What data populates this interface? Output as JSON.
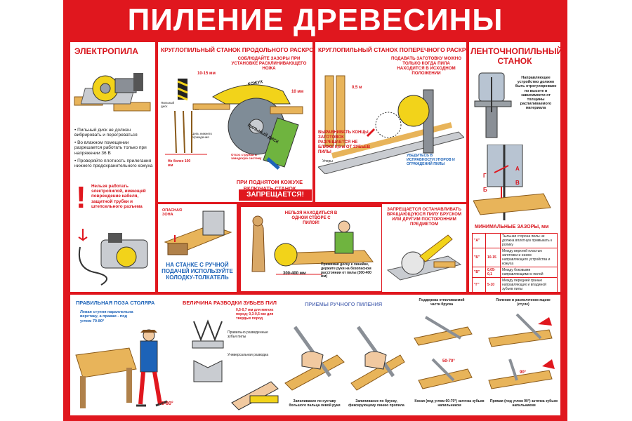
{
  "title": "ПИЛЕНИЕ ДРЕВЕСИНЫ",
  "colors": {
    "red": "#e0171e",
    "yellow": "#f2d31a",
    "wood": "#e8b45a",
    "blue": "#1d63b8",
    "grey": "#8a8f96"
  },
  "elektropila": {
    "heading": "ЭЛЕКТРОПИЛА",
    "rules": [
      "• Пильный диск не должен вибрировать и перегреваться",
      "• Во влажном помещении разрешается работать только при напряжении 36 В",
      "• Проверяйте плотность прилегания нижнего предохранительного кожуха"
    ],
    "warning": "Нельзя работать электропилой, имеющей повреждение кабеля, защитной трубки и штепсельного разъема"
  },
  "rip_saw": {
    "heading": "КРУГЛОПИЛЬНЫЙ СТАНОК ПРОДОЛЬНОГО РАСКРОЯ",
    "gaps_note": "СОБЛЮДАЙТЕ ЗАЗОРЫ ПРИ УСТАНОВКЕ РАСКЛИНИВАЮЩЕГО НОЖА",
    "dim_10_15": "10-15 мм",
    "dim_10": "10 мм",
    "dim_100": "Не более 100 мм",
    "label_disk": "Пильный диск",
    "label_knife": "Расклинивающий нож",
    "label_teeth": "Цепь нижнего ограждения",
    "label_suction": "Отсос стружки в заводскую систему",
    "guard_word": "КОЖУХ",
    "disk_word": "ПИЛЬНЫЙ ДИСК",
    "guard_up": "ПРИ ПОДНЯТОМ КОЖУХЕ ВКЛЮЧАТЬ СТАНОК",
    "forbidden": "ЗАПРЕЩАЕТСЯ!",
    "danger_zone": "ОПАСНАЯ ЗОНА",
    "pusher": "НА СТАНКЕ С РУЧНОЙ ПОДАЧЕЙ ИСПОЛЬЗУЙТЕ КОЛОДКУ-ТОЛКАТЕЛЬ"
  },
  "cross_saw": {
    "heading": "КРУГЛОПИЛЬНЫЙ СТАНОК ПОПЕРЕЧНОГО РАСКРОЯ",
    "feed_note": "ПОДАВАТЬ ЗАГОТОВКУ МОЖНО ТОЛЬКО КОГДА ПИЛА НАХОДИТСЯ В ИСХОДНОМ ПОЛОЖЕНИИ",
    "dim_05": "0,5 м",
    "align_note": "ВЫРАВНИВАТЬ КОНЦЫ ЗАГОТОВОК РАЗРЕШАЕТСЯ НЕ БЛИЖЕ 0,5 м ОТ ЗУБЬЕВ ПИЛЫ",
    "check_note": "УБЕДИТЕСЬ В ИСПРАВНОСТИ УПОРОВ И ОГРАЖДЕНИЙ ПИЛЫ",
    "stop_label": "Упоры",
    "stop_note": "ЗАПРЕЩАЕТСЯ ОСТАНАВЛИВАТЬ ВРАЩАЮЩУЮСЯ ПИЛУ БРУСКОМ ИЛИ ДРУГИМ ПОСТОРОННИМ ПРЕДМЕТОМ"
  },
  "center": {
    "alignment_note": "НЕЛЬЗЯ НАХОДИТЬСЯ В ОДНОМ СТВОРЕ С ПИЛОЙ!",
    "distance": "300-400 мм",
    "press_note": "Прижимая доску к линейке, держите руки на безопасном расстоянии от пилы (300-400 мм)"
  },
  "band_saw": {
    "heading": "ЛЕНТОЧНОПИЛЬНЫЙ СТАНОК",
    "guide_note": "Направляющее устройство должно быть отрегулировано по высоте в зависимости от толщины распиливаемого материала",
    "letters": [
      "Г",
      "А",
      "Б",
      "В"
    ],
    "gaps_heading": "МИНИМАЛЬНЫЕ ЗАЗОРЫ, мм",
    "gaps": [
      {
        "key": "\"А\"",
        "value": "",
        "desc": "Тыльная сторона пилы не должна вплотную примыкать к ролику"
      },
      {
        "key": "\"Б\"",
        "value": "10-15",
        "desc": "Между верхней пластью заготовки и низом направляющего устройства и кожуха"
      },
      {
        "key": "\"В\"",
        "value": "0,05-0,1",
        "desc": "Между боковыми направляющими и пилой"
      },
      {
        "key": "\"Г\"",
        "value": "5-10",
        "desc": "Между передней гранью направляющих и впадиной зубьев пилы"
      }
    ]
  },
  "bottom": {
    "posture_heading": "ПРАВИЛЬНАЯ ПОЗА СТОЛЯРА",
    "posture_note": "Левая ступня параллельна верстаку, а правая - под углом 70-80°",
    "posture_angle": "70-80°",
    "set_heading": "ВЕЛИЧИНА РАЗВОДКИ ЗУБЬЕВ ПИЛ",
    "set_values": "0,5-0,7 мм для мягких пород; 0,3-0,5 мм для твердых пород",
    "set_correct": "Правильно разведенные зубья пилы",
    "set_universal": "Универсальная разводка",
    "manual_heading": "ПРИЕМЫ РУЧНОГО ПИЛЕНИЯ",
    "manual_caption_1": "Запиливание по суставу большого пальца левой руки",
    "manual_caption_2": "Запиливание по бруску, фиксирующему линию пропила",
    "support_note": "Поддержка отпиливаемой части бруска",
    "box_note": "Пиление в распилочном ящике (стуле)",
    "angle_50_70": "50-70°",
    "angle_90": "90°",
    "bevel_caption": "Косая (под углом 60-70°) заточка зубьев напильником",
    "straight_caption": "Прямая (под углом 90°) заточка зубьев напильником"
  }
}
